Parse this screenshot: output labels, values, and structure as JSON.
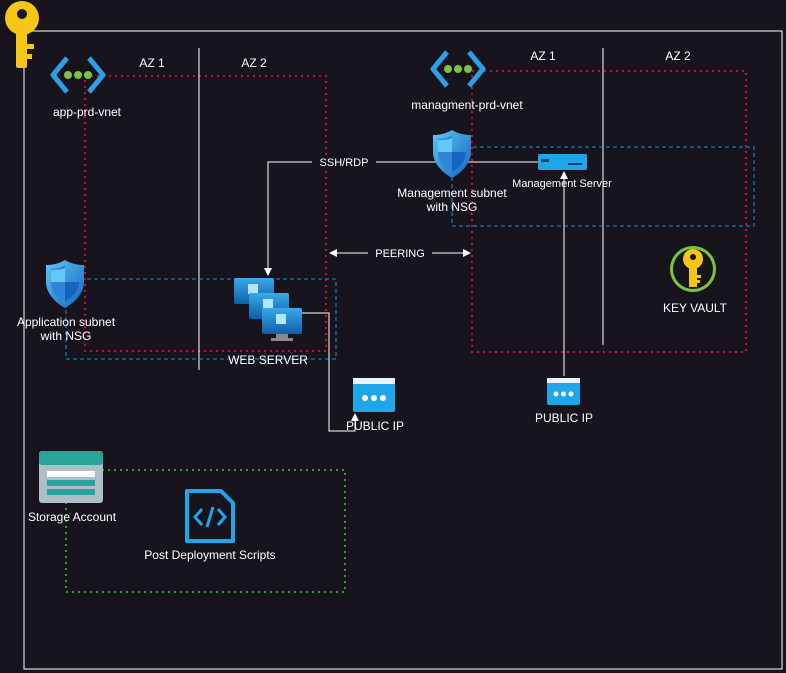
{
  "colors": {
    "background": "#18141d",
    "outer_border": "#ffffff",
    "vnet_border": "#c8102e",
    "subnet_border": "#1c8fd6",
    "storage_border": "#3a9b2a",
    "connector": "#ffffff"
  },
  "icons": {
    "key": "key-icon",
    "app_vnet": "vnet-icon",
    "mgmt_vnet": "vnet-icon",
    "app_nsg": "nsg-shield-icon",
    "mgmt_nsg": "nsg-shield-icon",
    "web_server": "virtual-machine-scale-set-icon",
    "mgmt_server": "server-icon",
    "web_public_ip": "public-ip-icon",
    "mgmt_public_ip": "public-ip-icon",
    "key_vault": "key-vault-icon",
    "storage": "storage-account-icon",
    "scripts": "code-file-icon"
  },
  "labels": {
    "app_vnet": "app-prd-vnet",
    "app_az1": "AZ 1",
    "app_az2": "AZ 2",
    "mgmt_vnet": "managment-prd-vnet",
    "mgmt_az1": "AZ 1",
    "mgmt_az2": "AZ 2",
    "ssh_rdp": "SSH/RDP",
    "mgmt_subnet_line1": "Management subnet",
    "mgmt_subnet_line2": "with NSG",
    "mgmt_server": "Management Server",
    "peering": "PEERING",
    "key_vault": "KEY VAULT",
    "app_subnet_line1": "Application subnet",
    "app_subnet_line2": "with NSG",
    "web_server": "WEB SERVER",
    "web_public_ip": "PUBLIC IP",
    "mgmt_public_ip": "PUBLIC IP",
    "storage": "Storage Account",
    "scripts": "Post  Deployment Scripts"
  }
}
